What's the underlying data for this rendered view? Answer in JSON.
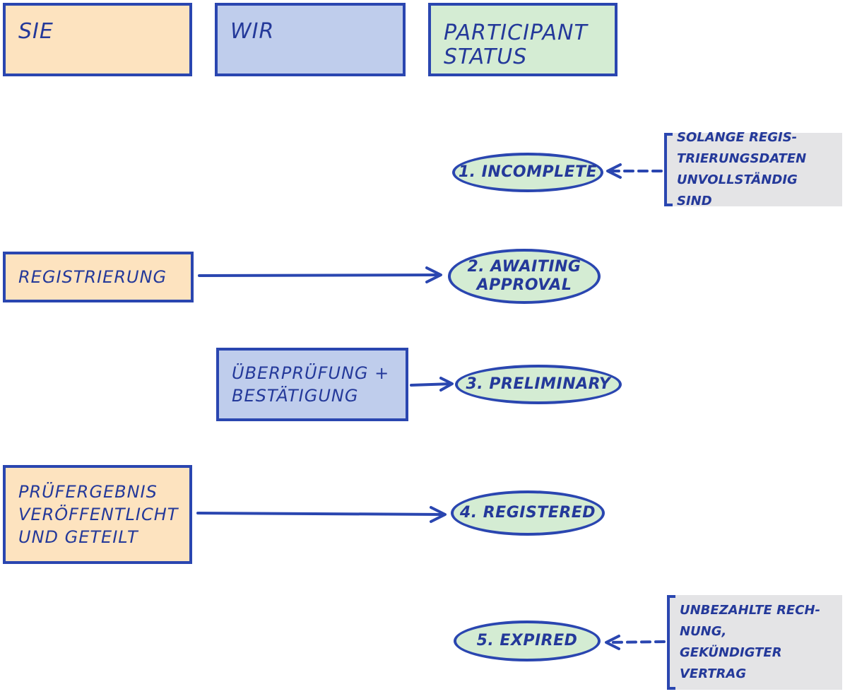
{
  "lanes": {
    "sie": "Sie",
    "wir": "Wir",
    "participant_status": [
      "Participant",
      "Status"
    ]
  },
  "steps": {
    "registrierung": "Registrierung",
    "ueberpruefung": [
      "Überprüfung +",
      "Bestätigung"
    ],
    "pruefergebnis": [
      "Prüfergebnis",
      "veröffentlicht",
      "und geteilt"
    ]
  },
  "statuses": {
    "s1": "1. Incomplete",
    "s2": [
      "2. Awaiting",
      "Approval"
    ],
    "s3": "3. Preliminary",
    "s4": "4. Registered",
    "s5": "5. Expired"
  },
  "notes": {
    "incomplete": [
      "Solange Regis-",
      "trierungsdaten",
      "unvollständig sind"
    ],
    "expired": [
      "Unbezahlte Rech-",
      "nung, gekündigter",
      "Vertrag"
    ]
  },
  "colors": {
    "stroke": "#2a46b0",
    "text": "#24399a",
    "orange": "#fde3bf",
    "blue": "#bfcdec",
    "green": "#d4ecd3",
    "gray": "#e4e4e6"
  }
}
